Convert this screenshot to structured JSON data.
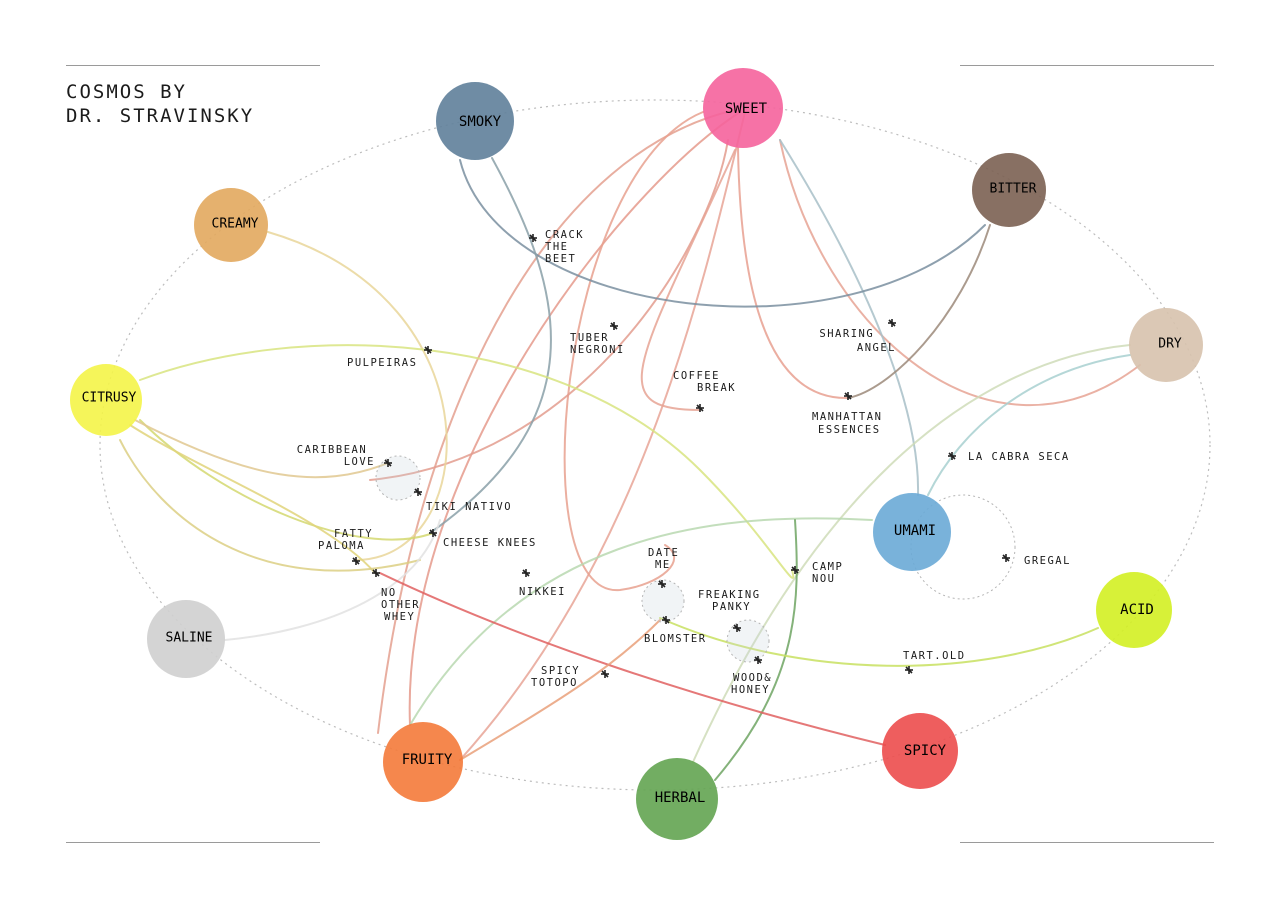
{
  "title": [
    "COSMOS BY",
    "DR. STRAVINSKY"
  ],
  "flavors": {
    "smoky": {
      "label": "SMOKY",
      "color": "#5f7f9a"
    },
    "sweet": {
      "label": "SWEET",
      "color": "#f5639c"
    },
    "bitter": {
      "label": "BITTER",
      "color": "#7b6152"
    },
    "creamy": {
      "label": "CREAMY",
      "color": "#e2a85e"
    },
    "dry": {
      "label": "DRY",
      "color": "#d7c2ad"
    },
    "citrusy": {
      "label": "CITRUSY",
      "color": "#f4f448"
    },
    "umami": {
      "label": "UMAMI",
      "color": "#6aaad6"
    },
    "acid": {
      "label": "ACID",
      "color": "#d3ef22"
    },
    "saline": {
      "label": "SALINE",
      "color": "#cfcfcf"
    },
    "fruity": {
      "label": "FRUITY",
      "color": "#f47a3a"
    },
    "herbal": {
      "label": "HERBAL",
      "color": "#63a451"
    },
    "spicy": {
      "label": "SPICY",
      "color": "#ec4c4c"
    }
  },
  "cocktails": {
    "crack_the_beet": [
      "CRACK",
      "THE",
      "BEET"
    ],
    "tuber_negroni": [
      "TUBER",
      "NEGRONI"
    ],
    "sharing_angel": [
      "SHARING",
      "ANGEL"
    ],
    "pulpeiras": [
      "PULPEIRAS"
    ],
    "coffee_break": [
      "COFFEE",
      "BREAK"
    ],
    "manhattan_essences": [
      "MANHATTAN",
      "ESSENCES"
    ],
    "caribbean_love": [
      "CARIBBEAN",
      "LOVE"
    ],
    "la_cabra_seca": [
      "LA CABRA SECA"
    ],
    "tiki_nativo": [
      "TIKI NATIVO"
    ],
    "fatty_paloma": [
      "FATTY",
      "PALOMA"
    ],
    "cheese_knees": [
      "CHEESE KNEES"
    ],
    "date_me": [
      "DATE",
      "ME"
    ],
    "camp_nou": [
      "CAMP",
      "NOU"
    ],
    "gregal": [
      "GREGAL"
    ],
    "no_other_whey": [
      "NO",
      "OTHER",
      "WHEY"
    ],
    "nikkei": [
      "NIKKEI"
    ],
    "freaking_panky": [
      "FREAKING",
      "PANKY"
    ],
    "blomster": [
      "BLOMSTER"
    ],
    "tart_old": [
      "TART.OLD"
    ],
    "spicy_totopo": [
      "SPICY",
      "TOTOPO"
    ],
    "wood_honey": [
      "WOOD&",
      "HONEY"
    ]
  }
}
